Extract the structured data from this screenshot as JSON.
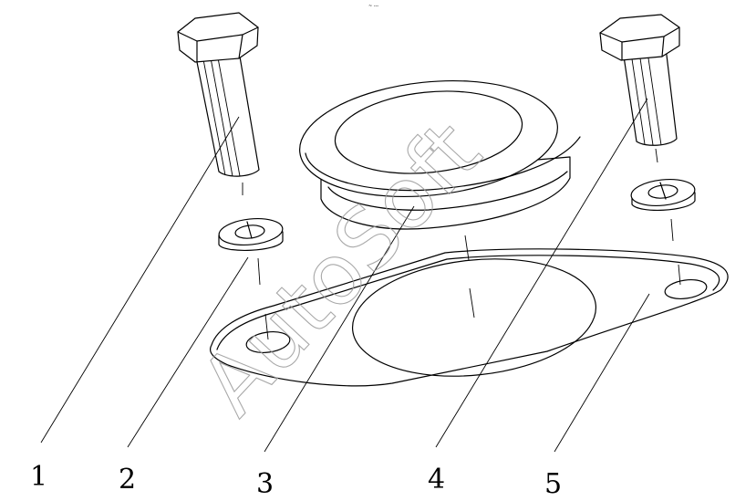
{
  "figure": {
    "top_note": "~ ---",
    "watermark": "AutoSoft",
    "callouts": [
      {
        "id": "1",
        "label": "1"
      },
      {
        "id": "2",
        "label": "2"
      },
      {
        "id": "3",
        "label": "3"
      },
      {
        "id": "4",
        "label": "4"
      },
      {
        "id": "5",
        "label": "5"
      }
    ]
  }
}
